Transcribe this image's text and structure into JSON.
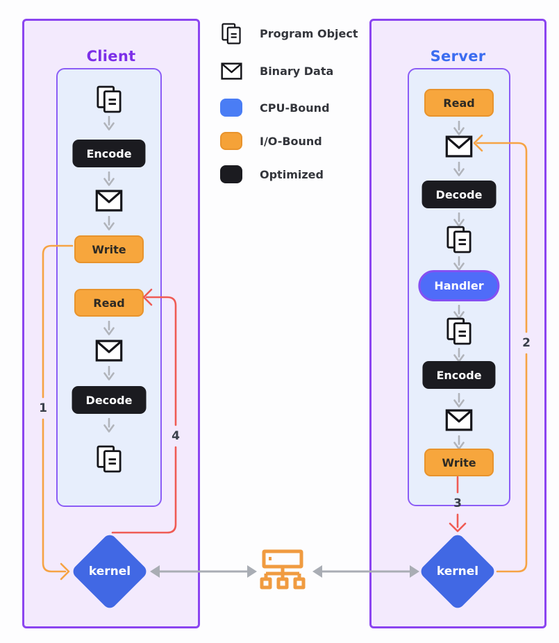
{
  "client": {
    "title": "Client",
    "kernel": "kernel",
    "flow": [
      {
        "kind": "icon",
        "name": "program-object"
      },
      {
        "kind": "step",
        "label": "Encode",
        "category": "optimized"
      },
      {
        "kind": "icon",
        "name": "binary-data"
      },
      {
        "kind": "step",
        "label": "Write",
        "category": "io-bound"
      },
      {
        "kind": "step",
        "label": "Read",
        "category": "io-bound"
      },
      {
        "kind": "icon",
        "name": "binary-data"
      },
      {
        "kind": "step",
        "label": "Decode",
        "category": "optimized"
      },
      {
        "kind": "icon",
        "name": "program-object"
      }
    ]
  },
  "server": {
    "title": "Server",
    "kernel": "kernel",
    "flow": [
      {
        "kind": "step",
        "label": "Read",
        "category": "io-bound"
      },
      {
        "kind": "icon",
        "name": "binary-data"
      },
      {
        "kind": "step",
        "label": "Decode",
        "category": "optimized"
      },
      {
        "kind": "icon",
        "name": "program-object"
      },
      {
        "kind": "step",
        "label": "Handler",
        "category": "cpu-bound"
      },
      {
        "kind": "icon",
        "name": "program-object"
      },
      {
        "kind": "step",
        "label": "Encode",
        "category": "optimized"
      },
      {
        "kind": "icon",
        "name": "binary-data"
      },
      {
        "kind": "step",
        "label": "Write",
        "category": "io-bound"
      }
    ]
  },
  "legend": {
    "items": [
      {
        "icon": "program-object",
        "label": "Program Object"
      },
      {
        "icon": "binary-data",
        "label": "Binary Data"
      },
      {
        "swatch": "#4a7df5",
        "label": "CPU-Bound"
      },
      {
        "swatch": "#f5a238",
        "label": "I/O-Bound"
      },
      {
        "swatch": "#1b1b20",
        "label": "Optimized"
      }
    ]
  },
  "annotations": {
    "client_write_to_kernel": "1",
    "server_kernel_to_data": "2",
    "server_write_to_kernel": "3",
    "client_kernel_to_read": "4"
  },
  "colors": {
    "panel_fill": "#f3eafd",
    "panel_border": "#8b45f0",
    "inner_fill": "#e7eefc",
    "client_title": "#7c2fe8",
    "server_title": "#3b6cf0",
    "cpu_bound": "#4a7df5",
    "io_bound": "#f7a63d",
    "optimized": "#1b1b20",
    "kernel": "#4168e4",
    "orange_line": "#f6a344",
    "red_line": "#ef5b54",
    "gray_arrow": "#a9adb4",
    "network_icon": "#f09b40"
  }
}
